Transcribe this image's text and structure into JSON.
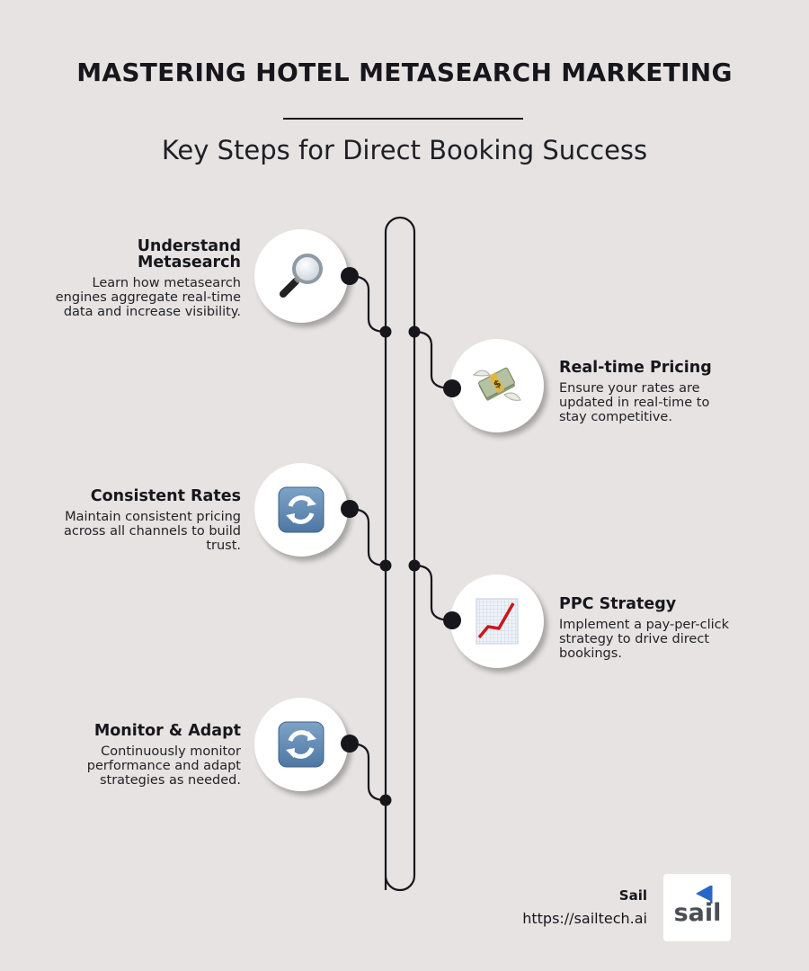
{
  "header": {
    "title": "MASTERING HOTEL METASEARCH MARKETING",
    "subtitle": "Key Steps for Direct Booking Success"
  },
  "steps": [
    {
      "title_line1": "Understand",
      "title_line2": "Metasearch",
      "description": "Learn how metasearch engines aggregate real-time data and increase visibility.",
      "icon": "magnifying-glass-icon",
      "side": "left"
    },
    {
      "title": "Real-time Pricing",
      "description": "Ensure your rates are updated in real-time to stay competitive.",
      "icon": "money-with-wings-icon",
      "side": "right"
    },
    {
      "title": "Consistent Rates",
      "description": "Maintain consistent pricing across all channels to build trust.",
      "icon": "refresh-arrows-icon",
      "side": "left"
    },
    {
      "title": "PPC Strategy",
      "description": "Implement a pay-per-click strategy to drive direct bookings.",
      "icon": "chart-increasing-icon",
      "side": "right"
    },
    {
      "title": "Monitor & Adapt",
      "description": "Continuously monitor performance and adapt strategies as needed.",
      "icon": "refresh-arrows-icon",
      "side": "left"
    }
  ],
  "footer": {
    "brand": "Sail",
    "url": "https://sailtech.ai",
    "logo_text": "sail"
  },
  "colors": {
    "background": "#e6e3e2",
    "ink": "#16161c",
    "logo_blue": "#2a66c9",
    "logo_gray": "#4a4e55"
  }
}
